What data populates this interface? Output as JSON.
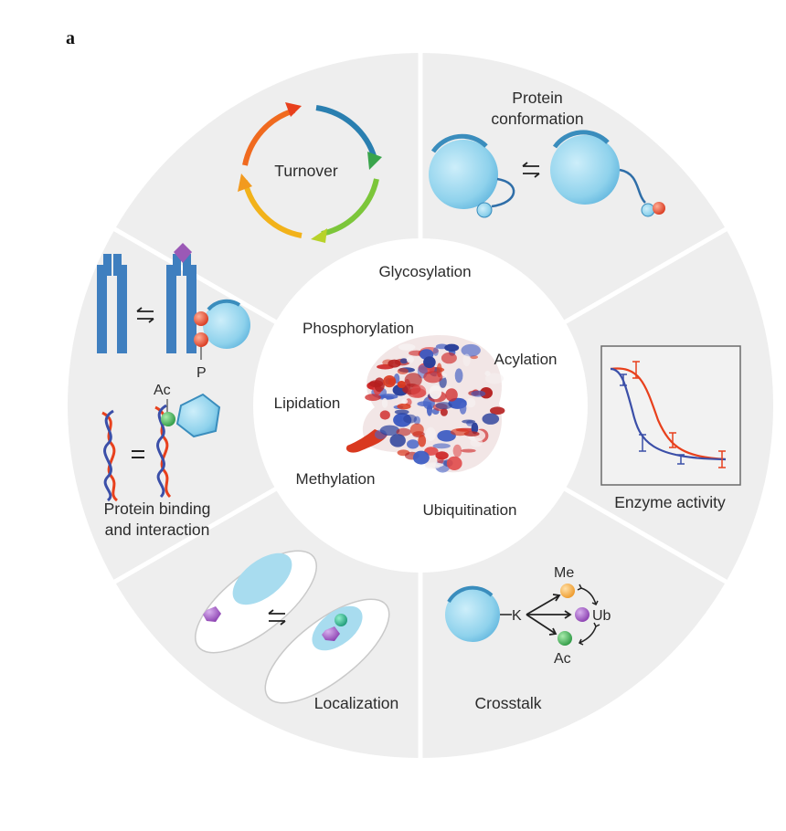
{
  "figure_letter": "a",
  "panels": {
    "turnover": "Turnover",
    "conformation": [
      "Protein",
      "conformation"
    ],
    "enzyme": "Enzyme activity",
    "crosstalk": "Crosstalk",
    "localization": "Localization",
    "binding": [
      "Protein binding",
      "and interaction"
    ]
  },
  "center_labels": {
    "glycosylation": "Glycosylation",
    "phosphorylation": "Phosphorylation",
    "acylation": "Acylation",
    "lipidation": "Lipidation",
    "methylation": "Methylation",
    "ubiquitination": "Ubiquitination"
  },
  "small_labels": {
    "p": "P",
    "ac": "Ac",
    "k": "K",
    "me": "Me",
    "ub": "Ub",
    "ac2": "Ac"
  },
  "colors": {
    "ring": "#eeeeee",
    "divider": "#ffffff",
    "protein_light": "#a8dcef",
    "protein_dark": "#3a8dbd",
    "receptor": "#3f7fbf",
    "phospho": "#e8533a",
    "acetyl": "#5cb85c",
    "methyl": "#f4a640",
    "ubiquitin": "#9b59b6",
    "curve_red": "#e8401c",
    "curve_blue": "#3b4fa8"
  }
}
